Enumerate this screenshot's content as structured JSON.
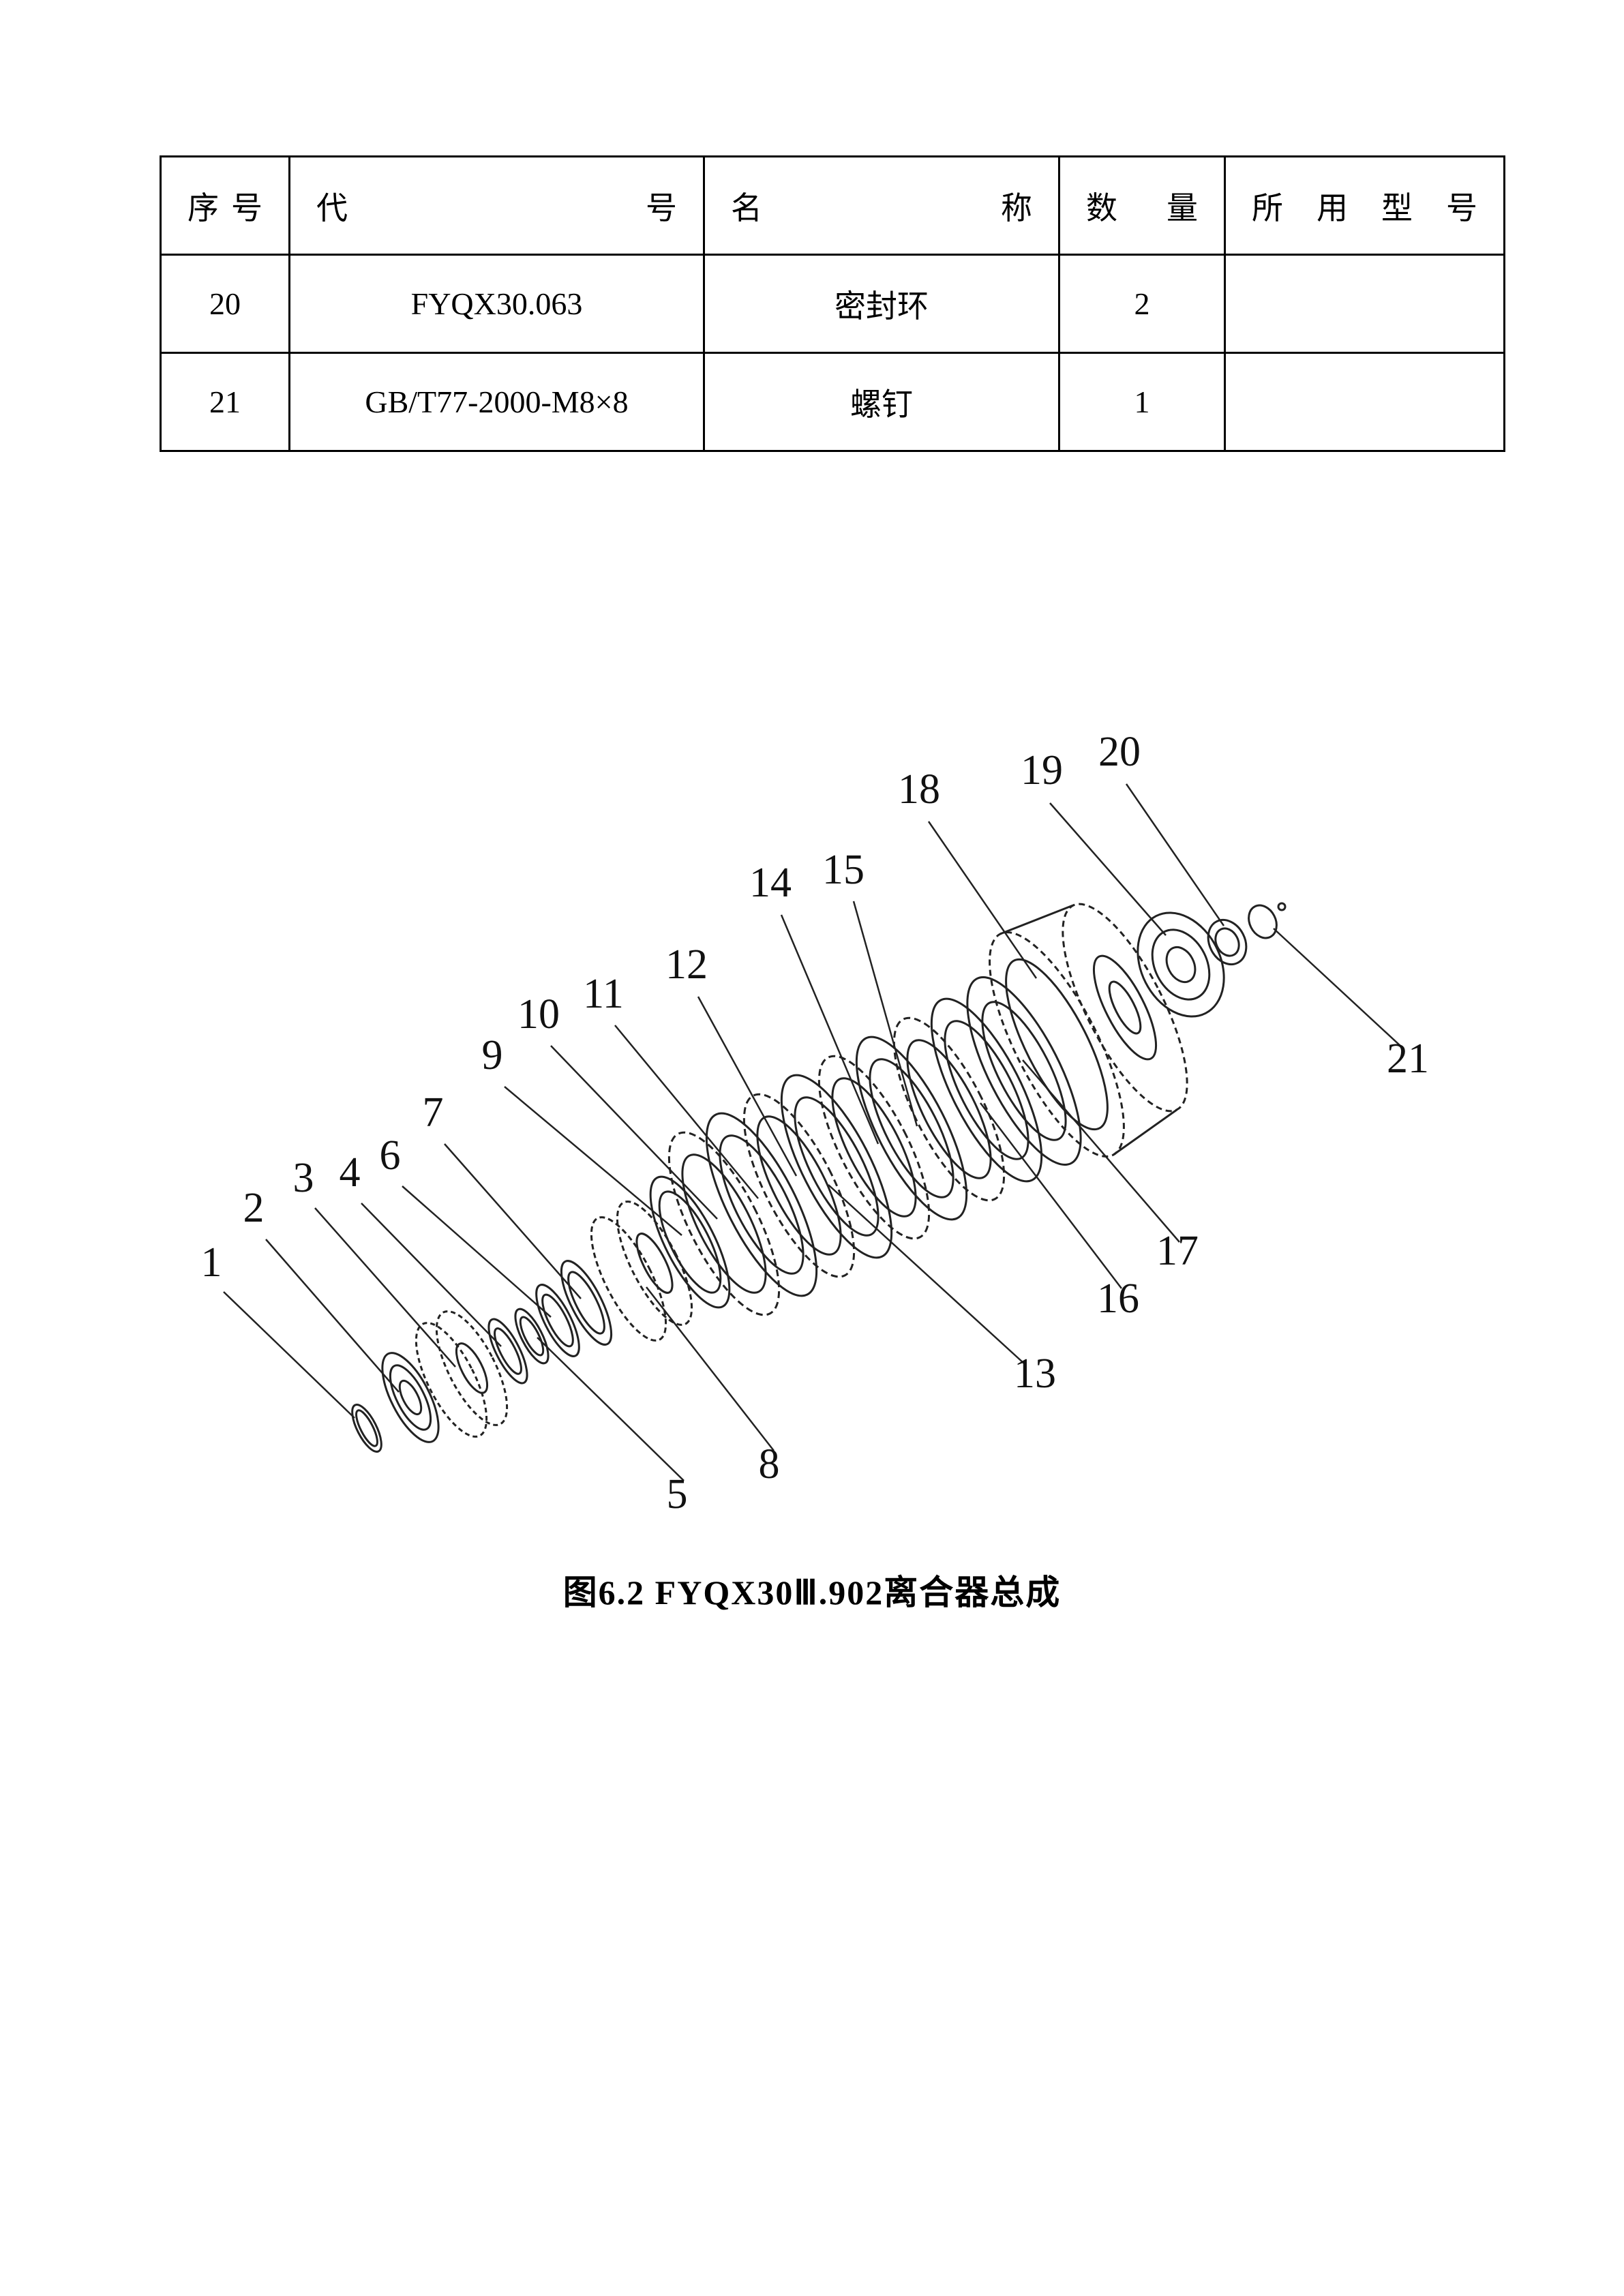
{
  "table": {
    "headers": [
      "序 号",
      "代 号",
      "名 称",
      "数 量",
      "所 用 型 号"
    ],
    "rows": [
      {
        "no": "20",
        "code": "FYQX30.063",
        "name": "密封环",
        "qty": "2",
        "model": ""
      },
      {
        "no": "21",
        "code": "GB/T77-2000-M8×8",
        "name": "螺钉",
        "qty": "1",
        "model": ""
      }
    ]
  },
  "figure": {
    "caption": "图6.2 FYQX30Ⅲ.902离合器总成",
    "labels": [
      "1",
      "2",
      "3",
      "4",
      "5",
      "6",
      "7",
      "8",
      "9",
      "10",
      "11",
      "12",
      "13",
      "14",
      "15",
      "16",
      "17",
      "18",
      "19",
      "20",
      "21"
    ]
  }
}
